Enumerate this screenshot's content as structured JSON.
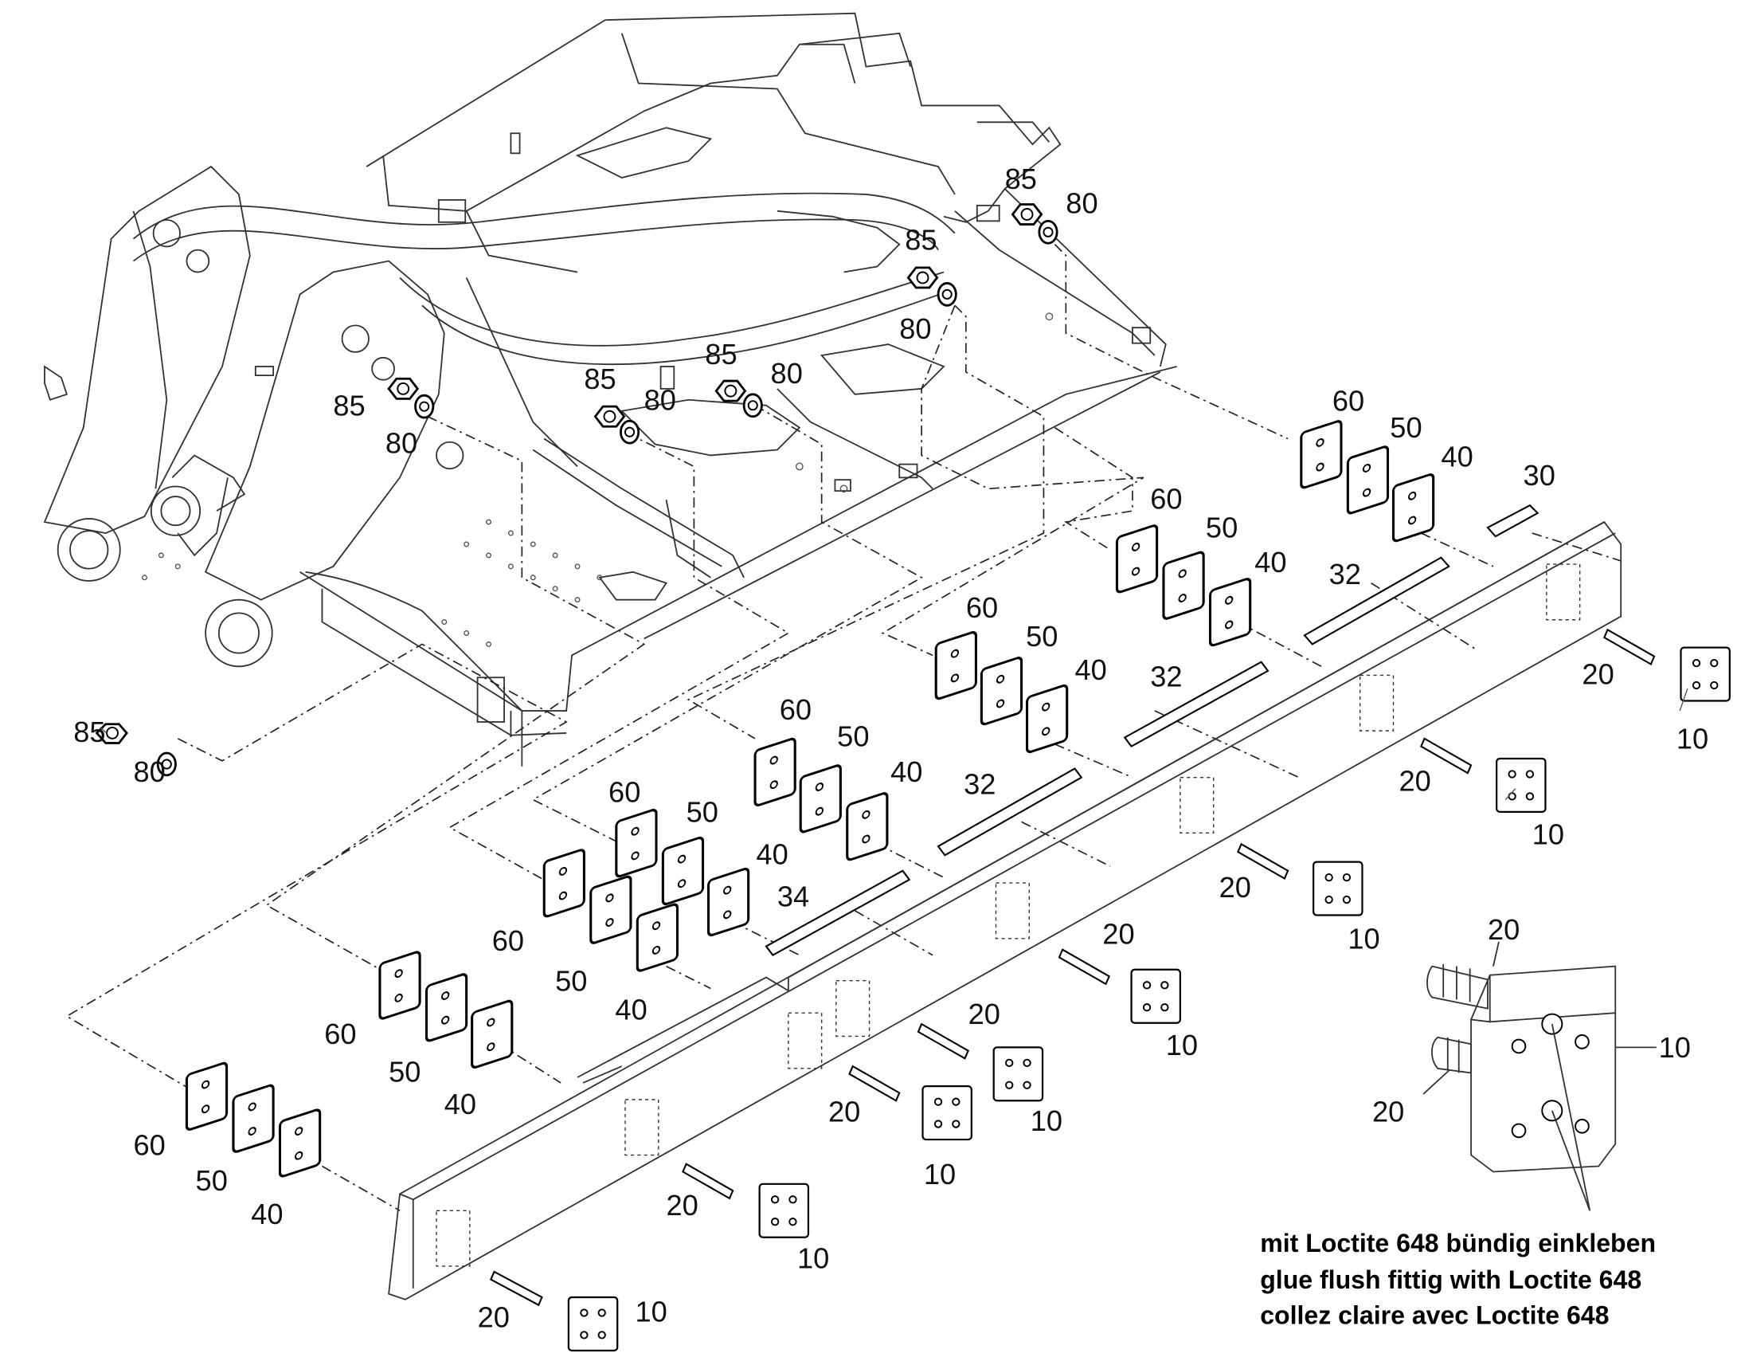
{
  "diagram": {
    "part_labels": {
      "p10": "10",
      "p20": "20",
      "p30": "30",
      "p32": "32",
      "p34": "34",
      "p40": "40",
      "p50": "50",
      "p60": "60",
      "p80": "80",
      "p85": "85"
    },
    "note": {
      "german": "mit Loctite 648 bündig einkleben",
      "english": "glue flush fittig with Loctite 648",
      "french": "collez claire avec Loctite 648"
    }
  }
}
